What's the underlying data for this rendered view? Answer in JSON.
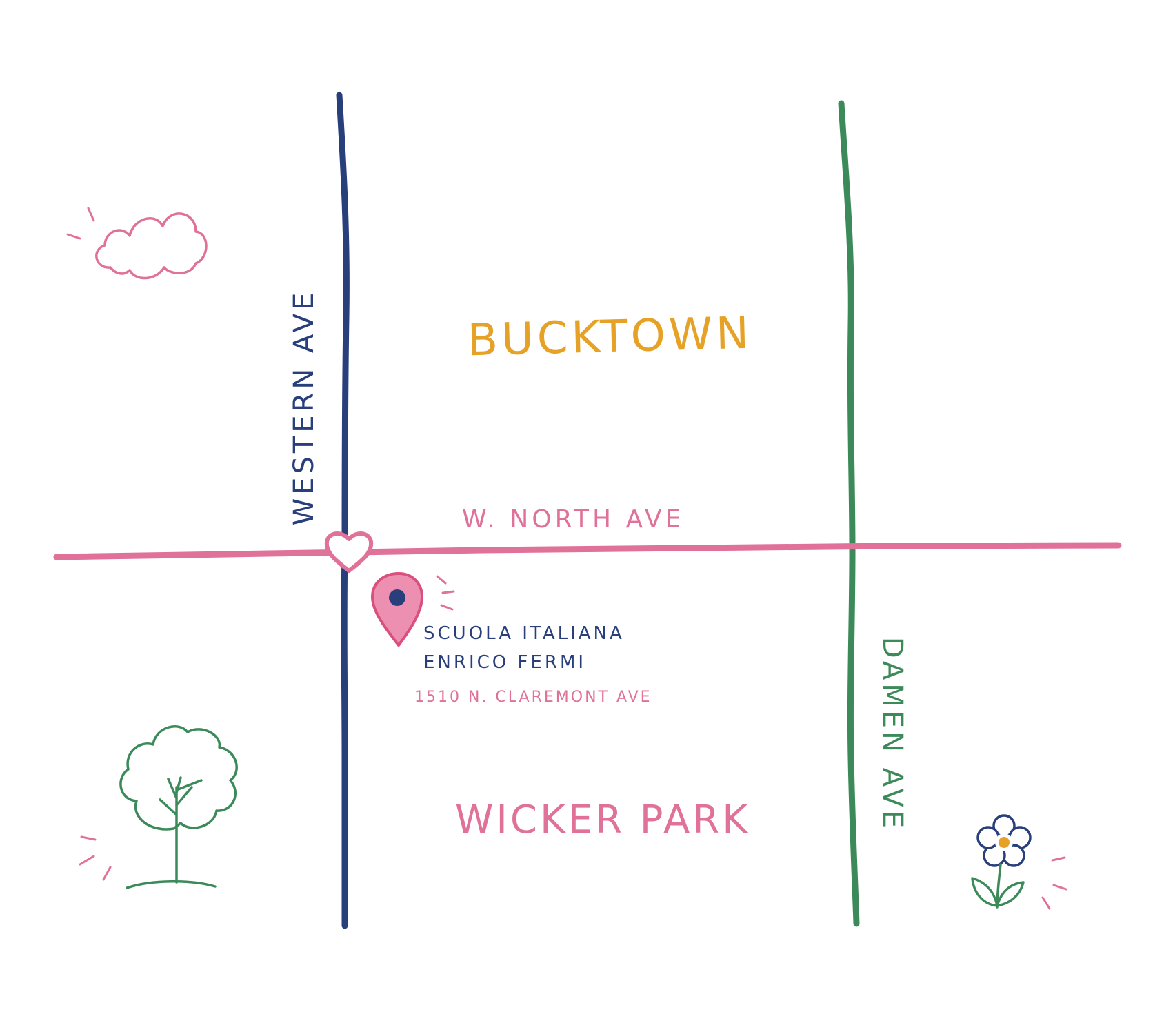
{
  "map": {
    "streets": {
      "western": "WESTERN AVE",
      "damen": "DAMEN AVE",
      "north": "W. NORTH AVE"
    },
    "neighborhoods": {
      "north": "BUCKTOWN",
      "south": "WICKER PARK"
    },
    "location": {
      "name_line1": "SCUOLA ITALIANA",
      "name_line2": "ENRICO FERMI",
      "address": "1510 N. CLAREMONT AVE"
    },
    "icons": [
      "heart-icon",
      "location-pin-icon",
      "cloud-icon",
      "tree-icon",
      "flower-icon"
    ]
  },
  "colors": {
    "navy": "#283f7c",
    "green": "#3c8a5a",
    "pink": "#e07198",
    "pink_fill": "#ec8fb1",
    "mustard": "#e6a227"
  }
}
